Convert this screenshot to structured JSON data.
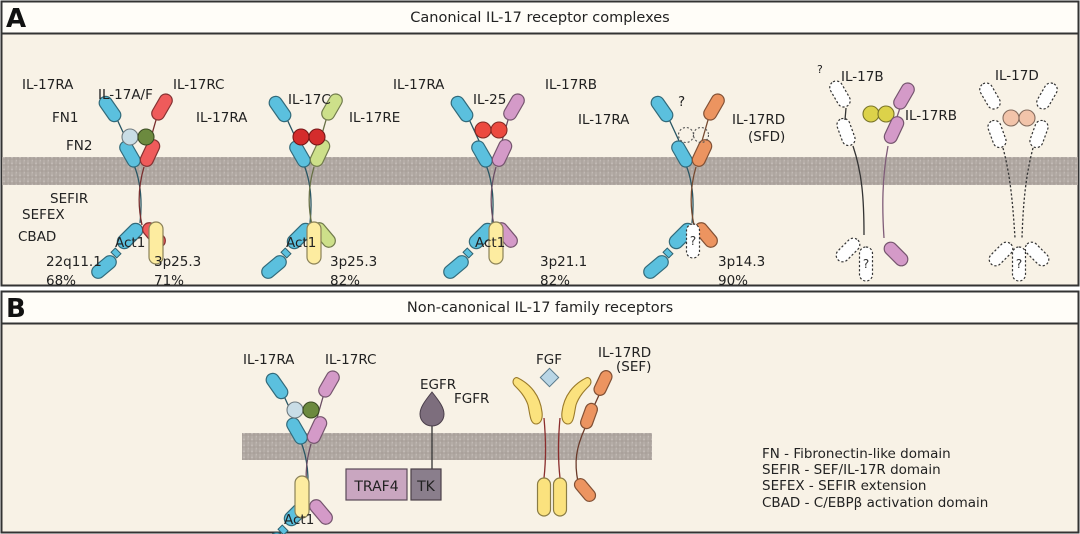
{
  "panels": {
    "a": {
      "letter": "A",
      "title": "Canonical IL-17 receptor complexes",
      "domain_labels": {
        "fn1": "FN1",
        "fn2": "FN2",
        "sefir": "SEFIR",
        "sefex": "SEFEX",
        "cbad": "CBAD"
      },
      "complexes": [
        {
          "receptor_left": "IL-17RA",
          "ligand": "IL-17A/F",
          "receptor_right": "IL-17RC",
          "adaptor": "Act1",
          "loci": [
            {
              "locus": "22q11.1",
              "pct": "68%"
            },
            {
              "locus": "3p25.3",
              "pct": "71%"
            }
          ]
        },
        {
          "receptor_left": "IL-17RA",
          "ligand": "IL-17C",
          "receptor_right": "IL-17RE",
          "adaptor": "Act1",
          "loci": [
            {
              "locus": "3p25.3",
              "pct": "82%"
            }
          ]
        },
        {
          "receptor_left": "IL-17RA",
          "ligand": "IL-25",
          "receptor_right": "IL-17RB",
          "adaptor": "Act1",
          "loci": [
            {
              "locus": "3p21.1",
              "pct": "82%"
            }
          ]
        },
        {
          "receptor_left": "IL-17RA",
          "ligand": "?",
          "receptor_right": "IL-17RD",
          "receptor_right_sub": "(SFD)",
          "adaptor": "?",
          "loci": [
            {
              "locus": "3p14.3",
              "pct": "90%"
            }
          ]
        },
        {
          "receptor_left": "?",
          "ligand": "IL-17B",
          "receptor_right": "IL-17RB",
          "adaptor": "?"
        },
        {
          "ligand": "IL-17D",
          "adaptor": "?"
        }
      ]
    },
    "b": {
      "letter": "B",
      "title": "Non-canonical IL-17 family receptors",
      "labels": {
        "il17ra": "IL-17RA",
        "il17rc": "IL-17RC",
        "act1": "Act1",
        "egfr": "EGFR",
        "traf4": "TRAF4",
        "tk": "TK",
        "fgf": "FGF",
        "fgfr": "FGFR",
        "il17rd": "IL-17RD",
        "il17rd_sub": "(SEF)"
      },
      "legend": [
        "FN - Fibronectin-like domain",
        "SEFIR - SEF/IL-17R domain",
        "SEFEX - SEFIR extension",
        "CBAD - C/EBPβ activation domain"
      ]
    }
  },
  "colors": {
    "panel_bg": "#f8f2e6",
    "header_bg": "#fffdf8",
    "border": "#3a3a3a",
    "membrane": "#b2a9a3",
    "il17ra": "#5bc0de",
    "il17rc_red": "#ef5b5b",
    "il17re": "#cde08a",
    "il17rb": "#d49ac8",
    "il17rd": "#ec9460",
    "act1": "#fdeca0",
    "fgfr": "#fbe27e",
    "il17a": "#c9dde6",
    "il17f": "#6c8a3f",
    "il17c": "#d42c2c",
    "il25": "#ec4a3f",
    "il17b": "#dcd24a",
    "il17d": "#f2c4aa",
    "egfr": "#7d6e7d",
    "traf4": "#c9a6c0",
    "tk": "#8a7e8c",
    "fgf": "#b9d6e6"
  }
}
